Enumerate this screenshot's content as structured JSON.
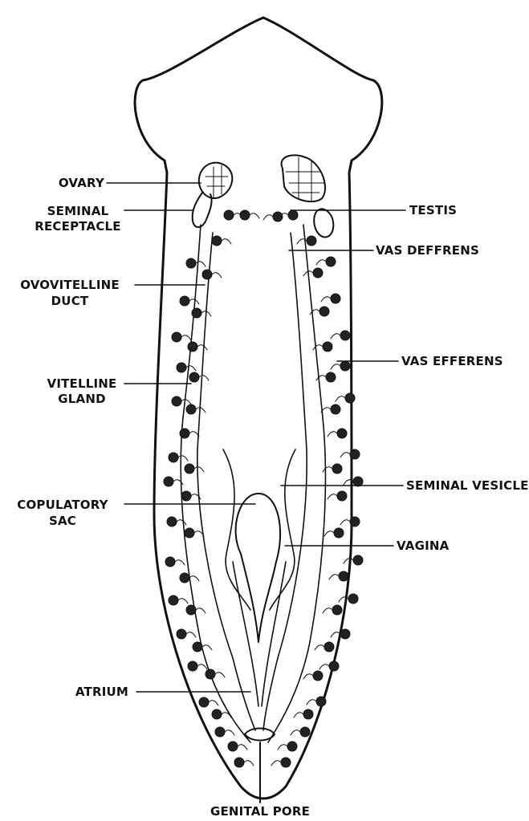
{
  "labels": {
    "ovary": "OVARY",
    "seminal_receptacle": [
      "SEMINAL",
      "RECEPTACLE"
    ],
    "ovovitelline_duct": [
      "OVOVITELLINE",
      "DUCT"
    ],
    "vitelline_gland": [
      "VITELLINE",
      "GLAND"
    ],
    "copulatory_sac": [
      "COPULATORY",
      "SAC"
    ],
    "atrium": "ATRIUM",
    "testis": "TESTIS",
    "vas_deferens": "VAS DEFFRENS",
    "vas_efferens": "VAS EFFERENS",
    "seminal_vesicle": "SEMINAL VESICLE",
    "vagina": "VAGINA",
    "genital_pore": "GENITAL PORE"
  }
}
